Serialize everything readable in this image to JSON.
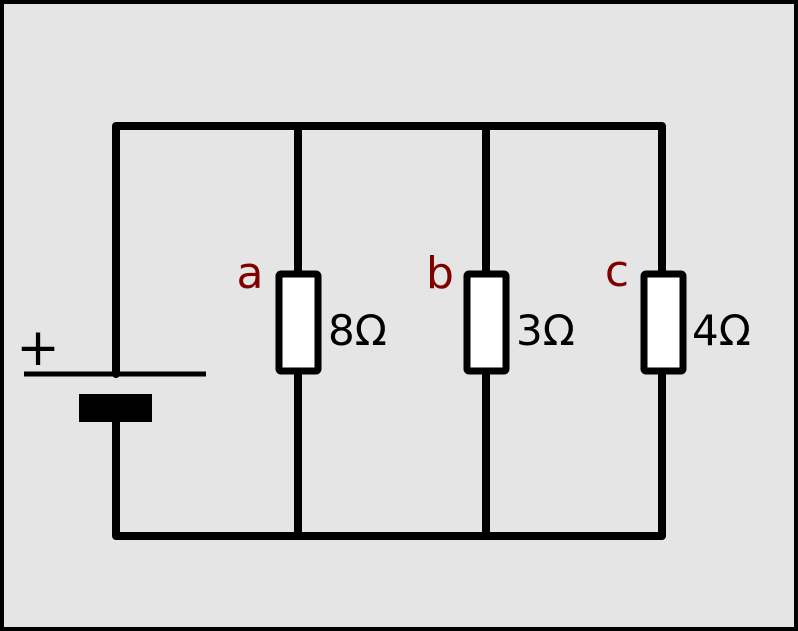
{
  "circuit": {
    "battery": {
      "polarity_label": "+"
    },
    "resistors": [
      {
        "id": "a",
        "letter": "a",
        "value": "8Ω"
      },
      {
        "id": "b",
        "letter": "b",
        "value": "3Ω"
      },
      {
        "id": "c",
        "letter": "c",
        "value": "4Ω"
      }
    ]
  },
  "colors": {
    "background": "#e5e5e5",
    "wire": "#000000",
    "resistor_fill": "#ffffff",
    "letter_label": "#800000"
  }
}
